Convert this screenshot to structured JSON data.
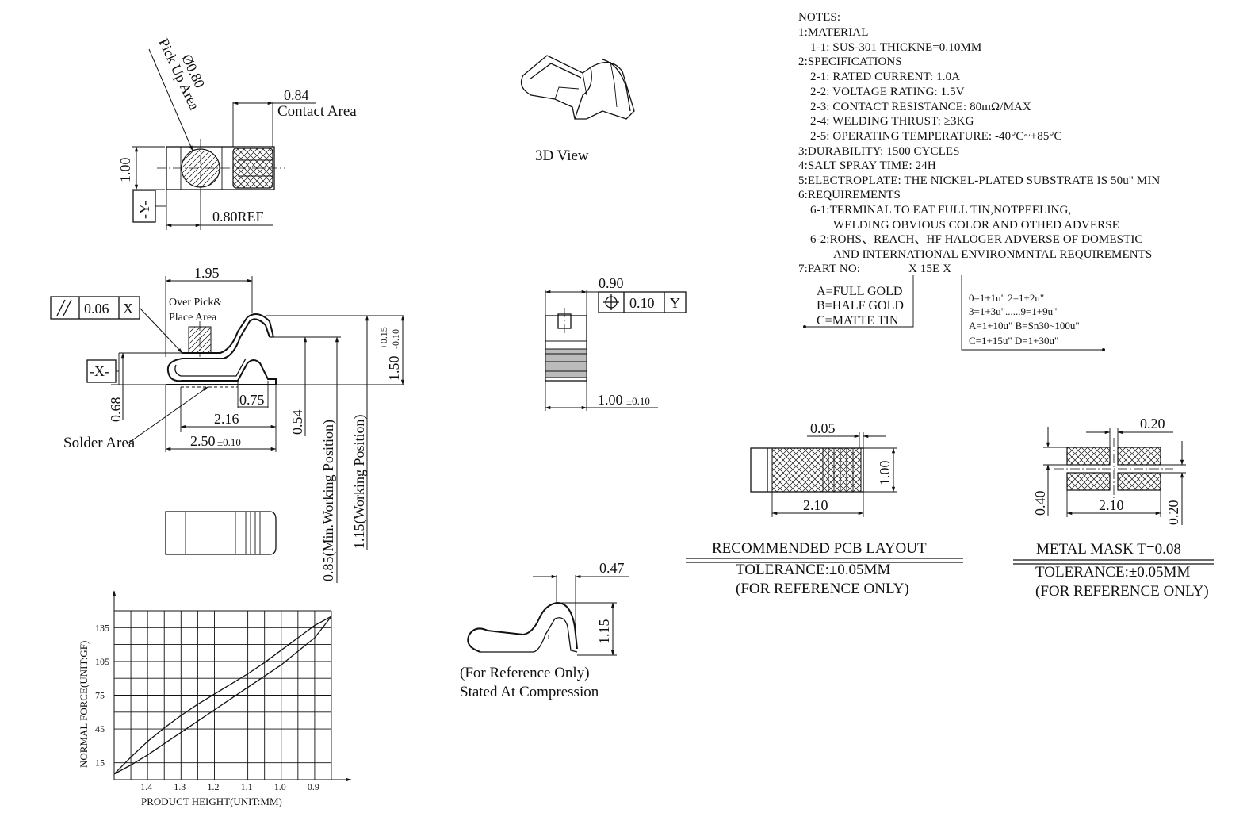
{
  "notes": {
    "lines": [
      "NOTES:",
      "1:MATERIAL",
      "1-1: SUS-301  THICKNE=0.10MM",
      "2:SPECIFICATIONS",
      "2-1: RATED CURRENT: 1.0A",
      "2-2: VOLTAGE RATING: 1.5V",
      "2-3: CONTACT RESISTANCE: 80mΩ/MAX",
      "2-4: WELDING THRUST: ≥3KG",
      "2-5: OPERATING TEMPERATURE: -40°C~+85°C",
      "3:DURABILITY: 1500 CYCLES",
      "4:SALT SPRAY TIME: 24H",
      "5:ELECTROPLATE: THE NICKEL-PLATED SUBSTRATE IS 50u\" MIN",
      "6:REQUIREMENTS",
      "6-1:TERMINAL TO EAT FULL TIN,NOTPEELING,",
      "WELDING OBVIOUS COLOR AND OTHED ADVERSE",
      "6-2:ROHS、REACH、HF HALOGER ADVERSE OF DOMESTIC",
      "AND INTERNATIONAL ENVIRONMNTAL REQUIREMENTS",
      "7:PART  NO:"
    ],
    "part_no_code": "X   15E   X",
    "plating_options": [
      "A=FULL GOLD",
      "B=HALF GOLD",
      "C=MATTE TIN"
    ],
    "thickness_options": [
      "0=1+1u\"  2=1+2u\"",
      "3=1+3u\"......9=1+9u\"",
      "A=1+10u\" B=Sn30~100u\"",
      "C=1+15u\" D=1+30u\""
    ]
  },
  "top_view": {
    "pickup_label_1": "Ø0.80",
    "pickup_label_2": "Pick Up Area",
    "contact_dim": "0.84",
    "contact_label": "Contact Area",
    "height_dim": "1.00",
    "datum_y": "-Y-",
    "ref_dim": "0.80REF"
  },
  "iso_view": {
    "label": "3D  View"
  },
  "side_view": {
    "len_dim": "1.95",
    "parallel_tol": "0.06",
    "parallel_datum": "X",
    "over_pick_1": "Over Pick&",
    "over_pick_2": "Place Area",
    "datum_x": "-X-",
    "dim_068": "0.68",
    "dim_075": "0.75",
    "dim_216": "2.16",
    "solder_label": "Solder Area",
    "dim_250": "2.50",
    "dim_250_tol": "±0.10",
    "dim_054": "0.54",
    "dim_085": "0.85(Min.Working Position)",
    "dim_115": "1.15(Working Position)",
    "dim_150": "1.50",
    "dim_150_tol_up": "+0.15",
    "dim_150_tol_dn": "-0.10"
  },
  "front_view": {
    "dim_090": "0.90",
    "pos_tol": "0.10",
    "pos_datum": "Y",
    "dim_100": "1.00",
    "dim_100_tol": "±0.10"
  },
  "compressed_view": {
    "dim_047": "0.47",
    "dim_115": "1.15",
    "caption_1": "(For Reference Only)",
    "caption_2": "Stated At Compression"
  },
  "pcb_layout": {
    "dim_005": "0.05",
    "dim_100": "1.00",
    "dim_210": "2.10",
    "title": "RECOMMENDED PCB LAYOUT",
    "tol": "TOLERANCE:±0.05MM",
    "ref": "(FOR REFERENCE ONLY)"
  },
  "metal_mask": {
    "dim_020_top": "0.20",
    "dim_040": "0.40",
    "dim_210": "2.10",
    "dim_020_side": "0.20",
    "title": "METAL MASK T=0.08",
    "tol": "TOLERANCE:±0.05MM",
    "ref": "(FOR REFERENCE ONLY)"
  },
  "chart_data": {
    "type": "line",
    "xlabel": "PRODUCT  HEIGHT(UNIT:MM)",
    "ylabel": "NORMAL  FORCE(UNIT:GF)",
    "x_ticks": [
      "1.4",
      "1.3",
      "1.2",
      "1.1",
      "1.0",
      "0.9"
    ],
    "y_ticks": [
      "135",
      "105",
      "75",
      "45",
      "15"
    ],
    "x_values": [
      1.5,
      1.45,
      1.4,
      1.35,
      1.3,
      1.25,
      1.2,
      1.15,
      1.1,
      1.05,
      1.0,
      0.95,
      0.9,
      0.85
    ],
    "series": [
      {
        "values": [
          5,
          13,
          22,
          32,
          42,
          52,
          62,
          72,
          82,
          92,
          102,
          114,
          126,
          145
        ]
      },
      {
        "values": [
          5,
          20,
          34,
          46,
          57,
          67,
          76,
          85,
          94,
          104,
          115,
          126,
          137,
          145
        ]
      }
    ],
    "xlim": [
      1.5,
      0.85
    ],
    "ylim": [
      0,
      150
    ]
  }
}
